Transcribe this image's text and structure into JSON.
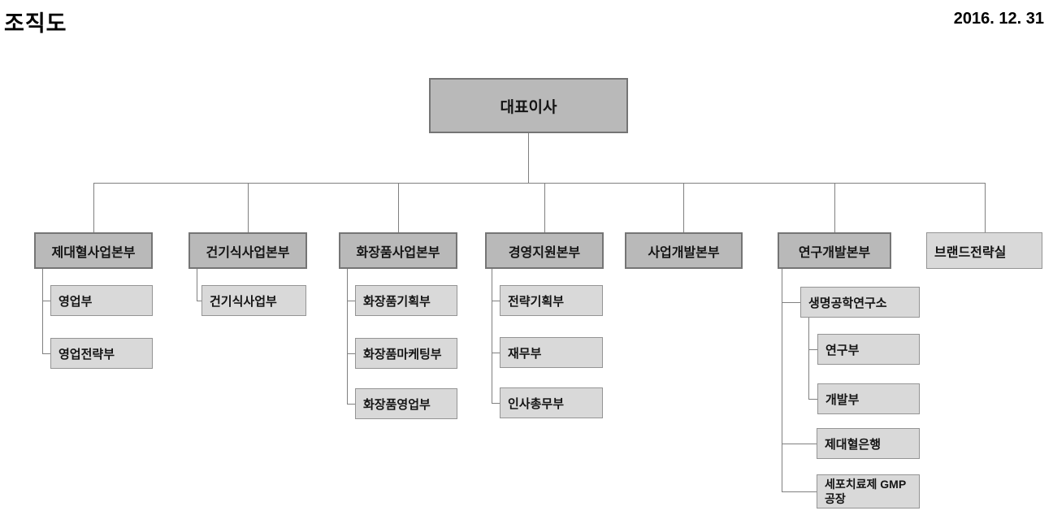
{
  "page": {
    "title": "조직도",
    "date": "2016. 12. 31",
    "background": "#ffffff"
  },
  "colors": {
    "division_fill": "#b9b9b9",
    "division_border": "#757575",
    "dept_fill": "#d9d9d9",
    "dept_border": "#949494",
    "connector": "#808080",
    "text": "#141414"
  },
  "chart": {
    "root": {
      "label": "대표이사"
    },
    "divisions": [
      {
        "label": "제대혈사업본부",
        "children": [
          {
            "label": "영업부"
          },
          {
            "label": "영업전략부"
          }
        ]
      },
      {
        "label": "건기식사업본부",
        "children": [
          {
            "label": "건기식사업부"
          }
        ]
      },
      {
        "label": "화장품사업본부",
        "children": [
          {
            "label": "화장품기획부"
          },
          {
            "label": "화장품마케팅부"
          },
          {
            "label": "화장품영업부"
          }
        ]
      },
      {
        "label": "경영지원본부",
        "children": [
          {
            "label": "전략기획부"
          },
          {
            "label": "재무부"
          },
          {
            "label": "인사총무부"
          }
        ]
      },
      {
        "label": "사업개발본부",
        "children": []
      },
      {
        "label": "연구개발본부",
        "children": [
          {
            "label": "생명공학연구소",
            "children": [
              {
                "label": "연구부"
              },
              {
                "label": "개발부"
              }
            ]
          },
          {
            "label": "제대혈은행"
          },
          {
            "label": "세포치료제 GMP 공장"
          }
        ]
      },
      {
        "label": "브랜드전략실",
        "children": []
      }
    ]
  }
}
